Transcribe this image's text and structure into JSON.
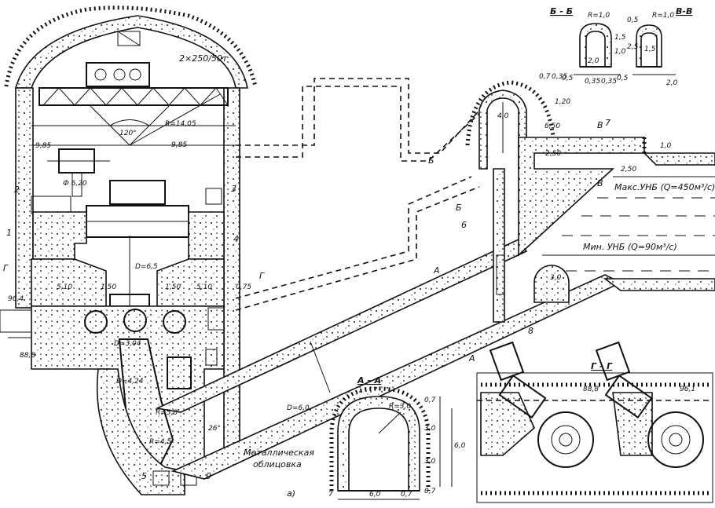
{
  "labels": {
    "crane": "2×250/50т",
    "angle_dome": "120°",
    "radius_dome": "R=14,05",
    "dim_985": "9,85",
    "dim_985b": "9,85",
    "d620": "Ф 6,20",
    "n1": "1",
    "n2": "2",
    "n3": "3",
    "n4": "4",
    "n5": "5",
    "n6": "6",
    "n7": "7",
    "n8": "8",
    "n9": "9",
    "d510": "5,10",
    "d150": "1,50",
    "d65": "D=6,5",
    "d150b": "1,50",
    "d510b": "5,10",
    "d075": "0,75",
    "lvl964": "96,4",
    "lvl888": "88,8",
    "d304": "D=3,04",
    "d424": "D=4,24",
    "r50": "R=5,0",
    "r45": "R=4,5",
    "ang26": "26°",
    "d60": "D=6,0",
    "lining1": "Металлическая",
    "lining2": "облицовка",
    "fig": "а)",
    "maxlvl": "Макс.УНБ (Q=450м³/с)",
    "minlvl": "Мин. УНБ (Q=90м³/с)",
    "secA": "А",
    "secB": "Б",
    "secV": "В",
    "secG": "Г",
    "d40": "4,0",
    "d650": "6,50",
    "d120": "1,20",
    "d07": "0,7",
    "d035": "0,35",
    "d250": "2,50",
    "d250b": "2,50",
    "d10": "1,0",
    "d30": "3,0",
    "secAA": "А – А",
    "aa_r": "R=3,0",
    "aa_30": "3,0",
    "aa_30b": "3,0",
    "aa_07": "0,7",
    "aa_60": "6,0",
    "aa_60b": "6,0",
    "aa_07b": "0,7",
    "aa_7": "7",
    "aa_0": "0,7",
    "secBB": "Б - Б",
    "bb_r": "R=1,0",
    "bb_20": "2,0",
    "bb_05": "0,5",
    "bb_035": "0,35",
    "bb_035b": "0,35",
    "bb_05b": "0,5",
    "bb_15": "1,5",
    "bb_10": "1,0",
    "secVV": "В-В",
    "vv_r": "R=1,0",
    "vv_20": "2,0",
    "vv_25": "2,5",
    "vv_15": "1,5",
    "vv_05": "0,5",
    "secGG": "Г – Г",
    "gg_888": "88,8",
    "gg_961": "96,1"
  }
}
